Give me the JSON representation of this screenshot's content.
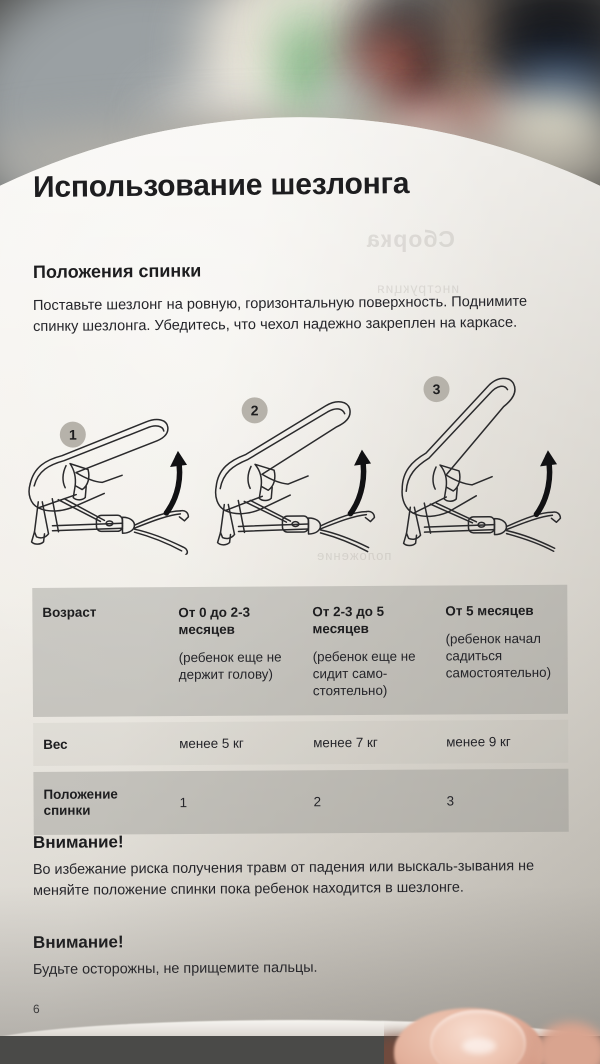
{
  "document": {
    "title": "Использование шезлонга",
    "subheading": "Положения спинки",
    "intro": "Поставьте шезлонг на ровную, горизонтальную поверхность. Поднимите спинку шезлонга. Убедитесь, что чехол надежно закреплен на каркасе.",
    "page_number": "6"
  },
  "illustrations": {
    "steps": [
      {
        "badge": "1",
        "alt": "Шезлонг в положении спинки 1"
      },
      {
        "badge": "2",
        "alt": "Шезлонг в положении спинки 2"
      },
      {
        "badge": "3",
        "alt": "Шезлонг в положении спинки 3"
      }
    ]
  },
  "table": {
    "rows": [
      {
        "label": "Возраст",
        "cells": [
          {
            "bold": "От 0 до 2-3 месяцев",
            "note": "(ребенок еще не держит голову)"
          },
          {
            "bold": "От 2-3 до 5 месяцев",
            "note": "(ребенок еще не сидит само-стоятельно)"
          },
          {
            "bold": "От 5 месяцев",
            "note": "(ребенок начал садиться самостоятельно)"
          }
        ]
      },
      {
        "label": "Вес",
        "cells": [
          {
            "value": "менее 5 кг"
          },
          {
            "value": "менее 7 кг"
          },
          {
            "value": "менее 9 кг"
          }
        ]
      },
      {
        "label": "Положение спинки",
        "cells": [
          {
            "value": "1"
          },
          {
            "value": "2"
          },
          {
            "value": "3"
          }
        ]
      }
    ]
  },
  "warnings": [
    {
      "heading": "Внимание!",
      "body": "Во избежание риска получения травм от падения или выскаль-зывания не меняйте положение спинки пока ребенок находится в шезлонге."
    },
    {
      "heading": "Внимание!",
      "body": "Будьте осторожны, не прищемите пальцы."
    }
  ],
  "ghost_text": {
    "line1": "Сборка",
    "line2": "инструкция",
    "line3": "положение"
  },
  "colors": {
    "paper": "#efece5",
    "ink": "#1d1d1f",
    "body_ink": "#25252a",
    "table_band_dark": "#9b9b95",
    "table_band_light": "#c9c6bf",
    "badge": "#b9b5ad"
  }
}
